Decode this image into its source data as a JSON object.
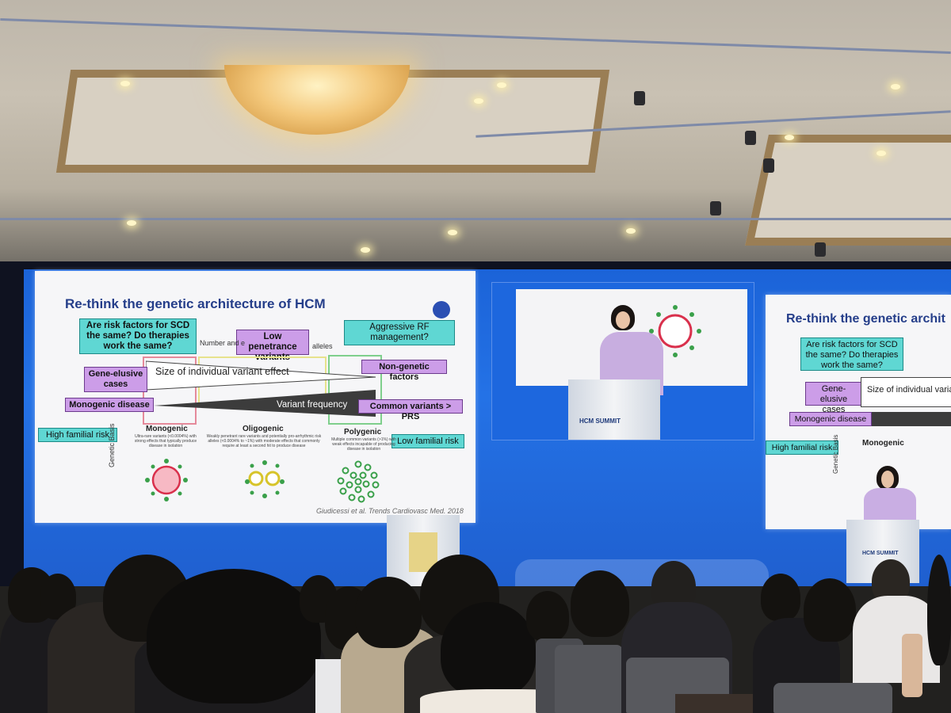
{
  "slide": {
    "title": "Re-think the genetic architecture of HCM",
    "boxes": {
      "scd_question": "Are risk factors for SCD the same? Do therapies work the same?",
      "low_penetrance": "Low penetrance variants",
      "aggressive_rf": "Aggressive RF management?",
      "gene_elusive": "Gene-elusive cases",
      "non_genetic": "Non-genetic factors",
      "monogenic_disease": "Monogenic disease",
      "common_variants": "Common variants > PRS",
      "high_familial": "High familial risk",
      "low_familial": "Low familial risk"
    },
    "bar_texts": {
      "size_effect": "Size of individual variant effect",
      "variant_frequency": "Variant frequency",
      "number_partial": "Number and e",
      "alleles_partial": "alleles"
    },
    "columns": [
      {
        "name": "Monogenic",
        "desc": "Ultra-rare variants (<0.0004%) with strong effects that typically produce disease in isolation"
      },
      {
        "name": "Oligogenic",
        "desc": "Weakly penetrant rare variants and potentially pro-arrhythmic risk alleles (<0.0004% to ~1%) with moderate effects that commonly require at least a second hit to produce disease"
      },
      {
        "name": "Polygenic",
        "desc": "Multiple common variants (>1%) with weak effects incapable of producing disease in isolation"
      }
    ],
    "axis_label": "Genetic Basis",
    "citation": "Giudicessi et al. Trends Cardiovasc Med. 2018"
  },
  "right_slide": {
    "title": "Re-think the genetic archit",
    "scd_question": "Are risk factors for SCD the same? Do therapies work the same?",
    "gene_elusive": "Gene-elusive cases",
    "size_effect": "Size of individual varia",
    "monogenic_disease": "Monogenic disease",
    "high_familial": "High familial risk",
    "monogenic": "Monogenic",
    "axis_label": "Genetic Basis"
  },
  "event": {
    "name": "HCM SUMMIT"
  },
  "colors": {
    "teal_box": "#5fd7d3",
    "purple_box": "#cc9de8",
    "title_blue": "#253e8a",
    "stage_blue": "#1f66dd"
  }
}
